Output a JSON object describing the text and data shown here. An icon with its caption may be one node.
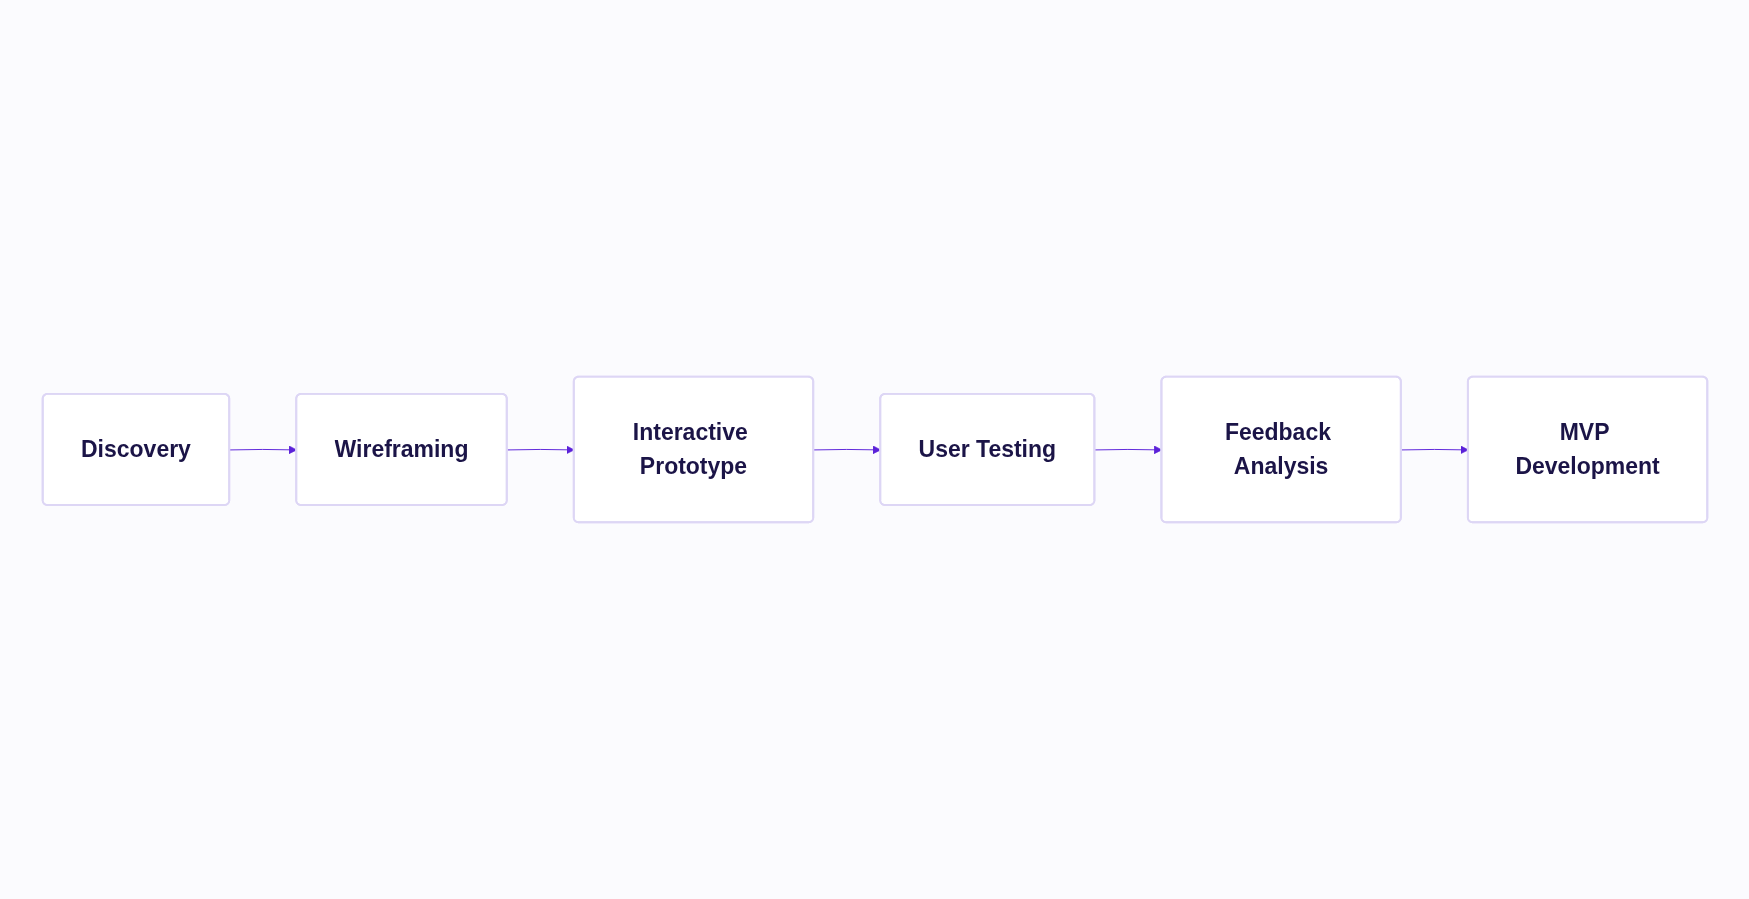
{
  "diagram": {
    "nodes": [
      {
        "text": [
          "Discovery"
        ]
      },
      {
        "text": [
          "Wireframing"
        ]
      },
      {
        "text": [
          "Interactive Prototype"
        ]
      },
      {
        "text": [
          "User Testing"
        ]
      },
      {
        "text": [
          "Feedback Analysis"
        ]
      },
      {
        "text": [
          "MVP Development"
        ]
      }
    ],
    "edges": [
      {
        "from": 0,
        "to": 1,
        "arrow": "to"
      },
      {
        "from": 1,
        "to": 2,
        "arrow": "to"
      },
      {
        "from": 2,
        "to": 3,
        "arrow": "to"
      },
      {
        "from": 3,
        "to": 4,
        "arrow": "to"
      },
      {
        "from": 4,
        "to": 5,
        "arrow": "to"
      }
    ]
  }
}
